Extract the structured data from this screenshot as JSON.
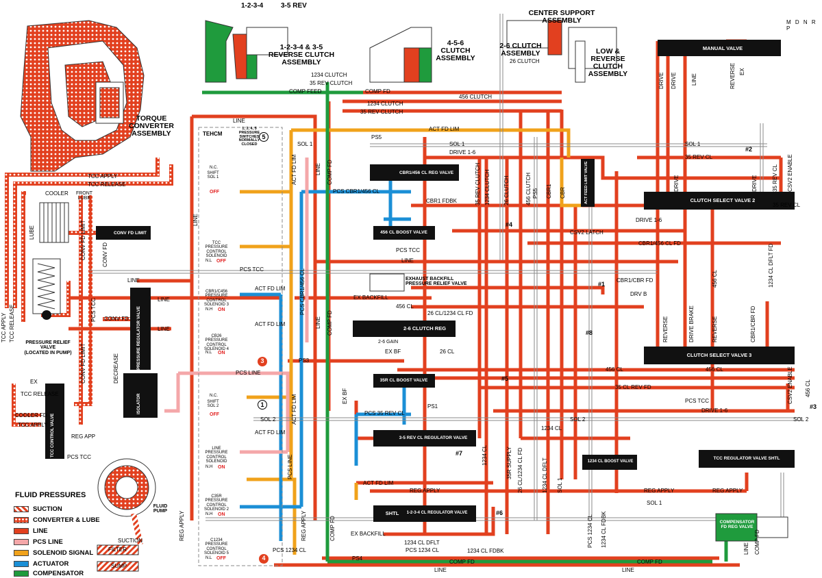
{
  "colors": {
    "line": "#e2401f",
    "converter_lube": "#e2401f",
    "suction": "#e2401f",
    "pcs_line": "#f4a7a9",
    "solenoid_signal": "#f0a21b",
    "actuator": "#1b8fd6",
    "compensator": "#1f9b3d",
    "exhaust": "#ffffff"
  },
  "assemblies": {
    "torque_converter": "TORQUE\nCONVERTER\nASSEMBLY",
    "top_labels": [
      "1-2-3-4",
      "3-5 REV"
    ],
    "clutch_1234_35rev": "1-2-3-4 & 3-5\nREVERSE CLUTCH\nASSEMBLY",
    "clutch_456": "4-5-6\nCLUTCH\nASSEMBLY",
    "center_support": "CENTER SUPPORT\nASSEMBLY",
    "clutch_26": "2-6 CLUTCH\nASSEMBLY",
    "low_reverse": "LOW &\nREVERSE\nCLUTCH\nASSEMBLY",
    "pressure_relief": "PRESSURE RELIEF\nVALVE\n(LOCATED IN PUMP)",
    "fluid_pump": "FLUID\nPUMP",
    "filter": "FILTER",
    "sump": "SUMP",
    "cooler": "COOLER",
    "front_lube": "FRONT\nLUBE",
    "lube": "LUBE",
    "tehcm": "TEHCM",
    "pressure_switches": "1, 3, 4, 5\nPRESSURE\nSWITCHES\nNORMALLY\nCLOSED",
    "exhaust_backfill": "EXHAUST BACKFILL\nPRESSURE RELIEF VALVE"
  },
  "prnd": "M D N R P",
  "valves": {
    "manual": "MANUAL VALVE",
    "clutch_select_2": "CLUTCH SELECT VALVE 2",
    "clutch_select_3": "CLUTCH SELECT VALVE 3",
    "cbr1_456_reg": "CBR1/456 CL REG VALVE",
    "cl456_boost": "456 CL BOOST VALVE",
    "cl26_reg": "2-6 CLUTCH REG",
    "cl35r_boost": "35R CL BOOST VALVE",
    "cl35rev_reg": "3-5 REV CL REGULATOR VALVE",
    "cl1234_reg": "1-2-3-4 CL REGULATOR VALVE",
    "shtl": "SHTL",
    "cl1234_boost": "1234 CL BOOST VALVE",
    "tcc_reg": "TCC REGULATOR VALVE SHTL",
    "compensator": "COMPENSATOR\nFD REG VALVE",
    "conv_fd_limit": "CONV FD LIMIT",
    "tcc_control": "TCC CONTROL VALVE",
    "pressure_reg": "PRESSURE REGULATOR VALVE",
    "isolator": "ISOLATOR",
    "act_feed_limit": "ACT FEED LIMIT VALVE",
    "gain": "2-6 GAIN"
  },
  "solenoids": [
    {
      "name": "SHIFT\nSOL 1",
      "state": "OFF",
      "nc": "N.C."
    },
    {
      "name": "TCC\nPRESSURE\nCONTROL\nSOLENOID",
      "state": "OFF",
      "nc": "N.L"
    },
    {
      "name": "CBR1/C456\nPRESSURE\nCONTROL\nSOLENOID 3",
      "state": "ON",
      "nc": "N.H"
    },
    {
      "name": "CB26\nPRESSURE\nCONTROL\nSOLENOID 4",
      "state": "ON",
      "nc": "N.L"
    },
    {
      "name": "SHIFT\nSOL 2",
      "state": "OFF",
      "nc": "N.C."
    },
    {
      "name": "LINE\nPRESSURE\nCONTROL\nSOLENOID",
      "state": "ON",
      "nc": "N.H"
    },
    {
      "name": "C35R\nPRESSURE\nCONTROL\nSOLENOID 2",
      "state": "ON",
      "nc": "N.H"
    },
    {
      "name": "C1234\nPRESSURE\nCONTROL\nSOLENOID 5",
      "state": "OFF",
      "nc": "N.L"
    }
  ],
  "checkballs": [
    "#1",
    "#2",
    "#3",
    "#4",
    "#5",
    "#6",
    "#7",
    "#8"
  ],
  "circled": [
    "1",
    "3",
    "4",
    "5"
  ],
  "passages": {
    "clutch_1234": "1234 CLUTCH",
    "rev_clutch_35": "35 REV CLUTCH",
    "comp_feed": "COMP FEED",
    "comp_fd": "COMP FD",
    "clutch_456": "456 CLUTCH",
    "clutch_26": "26 CLUTCH",
    "line": "LINE",
    "act_fd_lim": "ACT FD LIM",
    "ps5": "PS5",
    "sol1": "SOL 1",
    "sol2": "SOL 2",
    "drive16": "DRIVE 1-6",
    "rev35cl": "35 REV CL",
    "csv2_enable": "CSV2 ENABLE",
    "pcs_cbr1_456": "PCS CBR1/456 CL",
    "cbr1_fdbk": "CBR1 FDBK",
    "csv2_latch": "CSV2 LATCH",
    "cbr1_456_cl_fd": "CBR1/456 CL FD",
    "pcs_tcc": "PCS TCC",
    "ex_backfill": "EX BACKFILL",
    "cl456": "456 CL",
    "cl26_1234_fd": "26 CL/1234 CL FD",
    "cbr1_cbr_fd": "CBR1/CBR FD",
    "drv_b": "DRV B",
    "ex_bf": "EX BF",
    "cl26": "26 CL",
    "ps3": "PS3",
    "pcs_line": "PCS LINE",
    "cl35_rev_fd": "35 CL REV FD",
    "pcs_35rev_cl": "PCS 35 REV CL",
    "ps1": "PS1",
    "cl1234": "1234 CL",
    "reg_apply": "REG APPLY",
    "pcs_1234_cl": "PCS 1234 CL",
    "cl1234_dflt": "1234 CL DFLT",
    "cl1234_fdbk": "1234 CL FDBK",
    "ps4": "PS4",
    "tcc_apply": "TCC APPLY",
    "tcc_release": "TCC RELEASE",
    "conv_fd_limit": "CONV FD LIMIT",
    "conv_fd": "CONV FD",
    "decrease": "DECREASE",
    "cooler_fd": "COOLER FD",
    "reg_app": "REG APP",
    "ex": "EX",
    "suction": "SUCTION",
    "drive": "DRIVE",
    "reverse": "REVERSE",
    "cbr": "CBR",
    "cbr1": "CBR1",
    "drive_brake": "DRIVE BRAKE",
    "cbr1_cbr_dflt": "CBR1/CBR FD",
    "cl1234_dflt_fd": "1234 CL DFLT FD",
    "35r_supply": "35R SUPPLY",
    "c26": "26 CL",
    "cl_1234_cl_fd": "26 CL/1234 CL FD",
    "drive_16": "DRIVE 1-6",
    "dflt": "DFLT"
  },
  "legend": {
    "title": "FLUID PRESSURES",
    "items": [
      "SUCTION",
      "CONVERTER & LUBE",
      "LINE",
      "PCS LINE",
      "SOLENOID SIGNAL",
      "ACTUATOR",
      "COMPENSATOR"
    ]
  }
}
